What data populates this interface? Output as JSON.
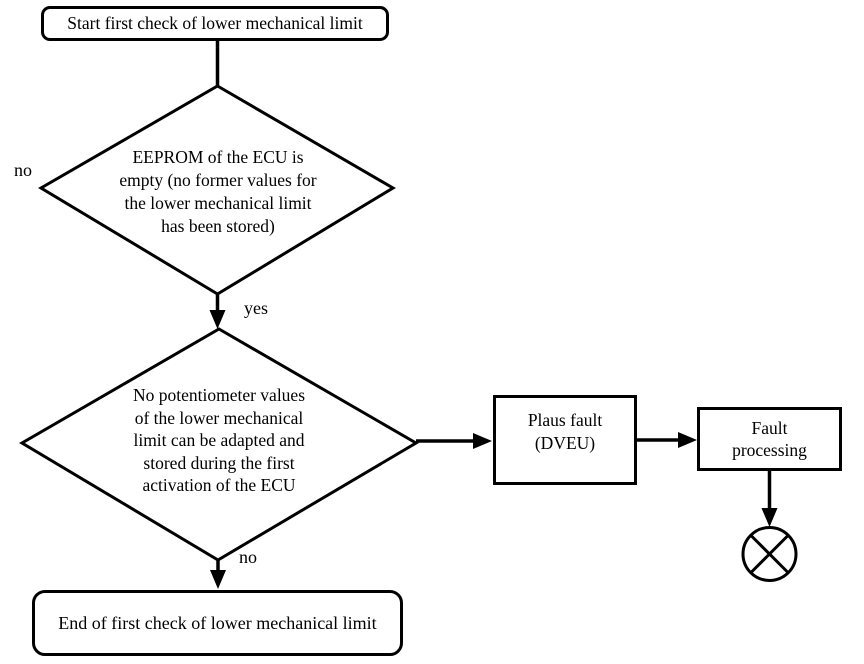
{
  "diagram": {
    "colors": {
      "line": "#000000",
      "background": "#ffffff"
    },
    "nodes": {
      "start": {
        "label": "Start first check of lower mechanical limit"
      },
      "decision1": {
        "lines": [
          "EEPROM of the ECU is",
          "empty (no former values for",
          "the lower mechanical limit",
          "has been stored)"
        ]
      },
      "decision2": {
        "lines": [
          "No potentiometer values",
          "of the lower mechanical",
          "limit can be adapted and",
          "stored during the first",
          "activation of the ECU"
        ]
      },
      "plaus_fault": {
        "lines": [
          "Plaus fault",
          "(DVEU)"
        ]
      },
      "fault_processing": {
        "lines": [
          "Fault",
          "processing"
        ]
      },
      "end": {
        "label": "End of first check of lower mechanical limit"
      }
    },
    "edge_labels": {
      "decision1_no": "no",
      "decision1_yes": "yes",
      "decision2_no": "no"
    }
  }
}
